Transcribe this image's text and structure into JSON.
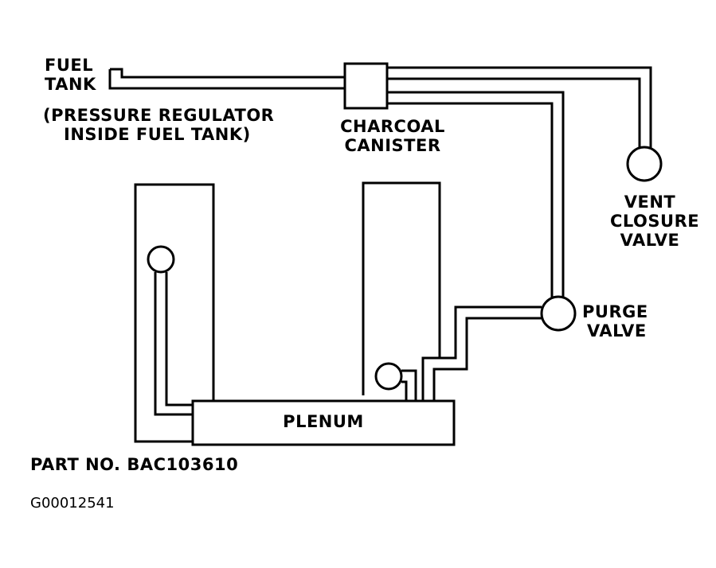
{
  "labels": {
    "fuel_tank": [
      "FUEL",
      "TANK"
    ],
    "pressure_regulator": [
      "(PRESSURE REGULATOR",
      "INSIDE FUEL TANK)"
    ],
    "charcoal_canister": [
      "CHARCOAL",
      "CANISTER"
    ],
    "vent_closure_valve": [
      "VENT",
      "CLOSURE",
      "VALVE"
    ],
    "purge_valve": [
      "PURGE",
      "VALVE"
    ],
    "plenum": "PLENUM",
    "part_no": "PART NO.  BAC103610",
    "figure_id": "G00012541"
  },
  "colors": {
    "line": "#000000",
    "background": "#ffffff"
  }
}
